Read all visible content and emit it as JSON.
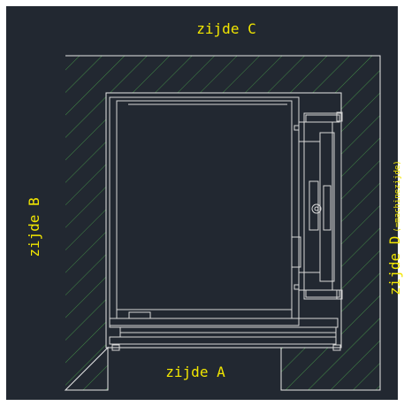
{
  "labels": {
    "side_a": "zijde  A",
    "side_b": "zijde  B",
    "side_c": "zijde  C",
    "side_d": "zijde  D",
    "side_d_note": "(=machinezijde)"
  },
  "colors": {
    "background": "#222831",
    "paper": "#ffffff",
    "label": "#f2e600",
    "hatch": "#49a24a",
    "shaft_outline": "#e8e8e8",
    "cabin_outline": "#d8d8d8"
  }
}
